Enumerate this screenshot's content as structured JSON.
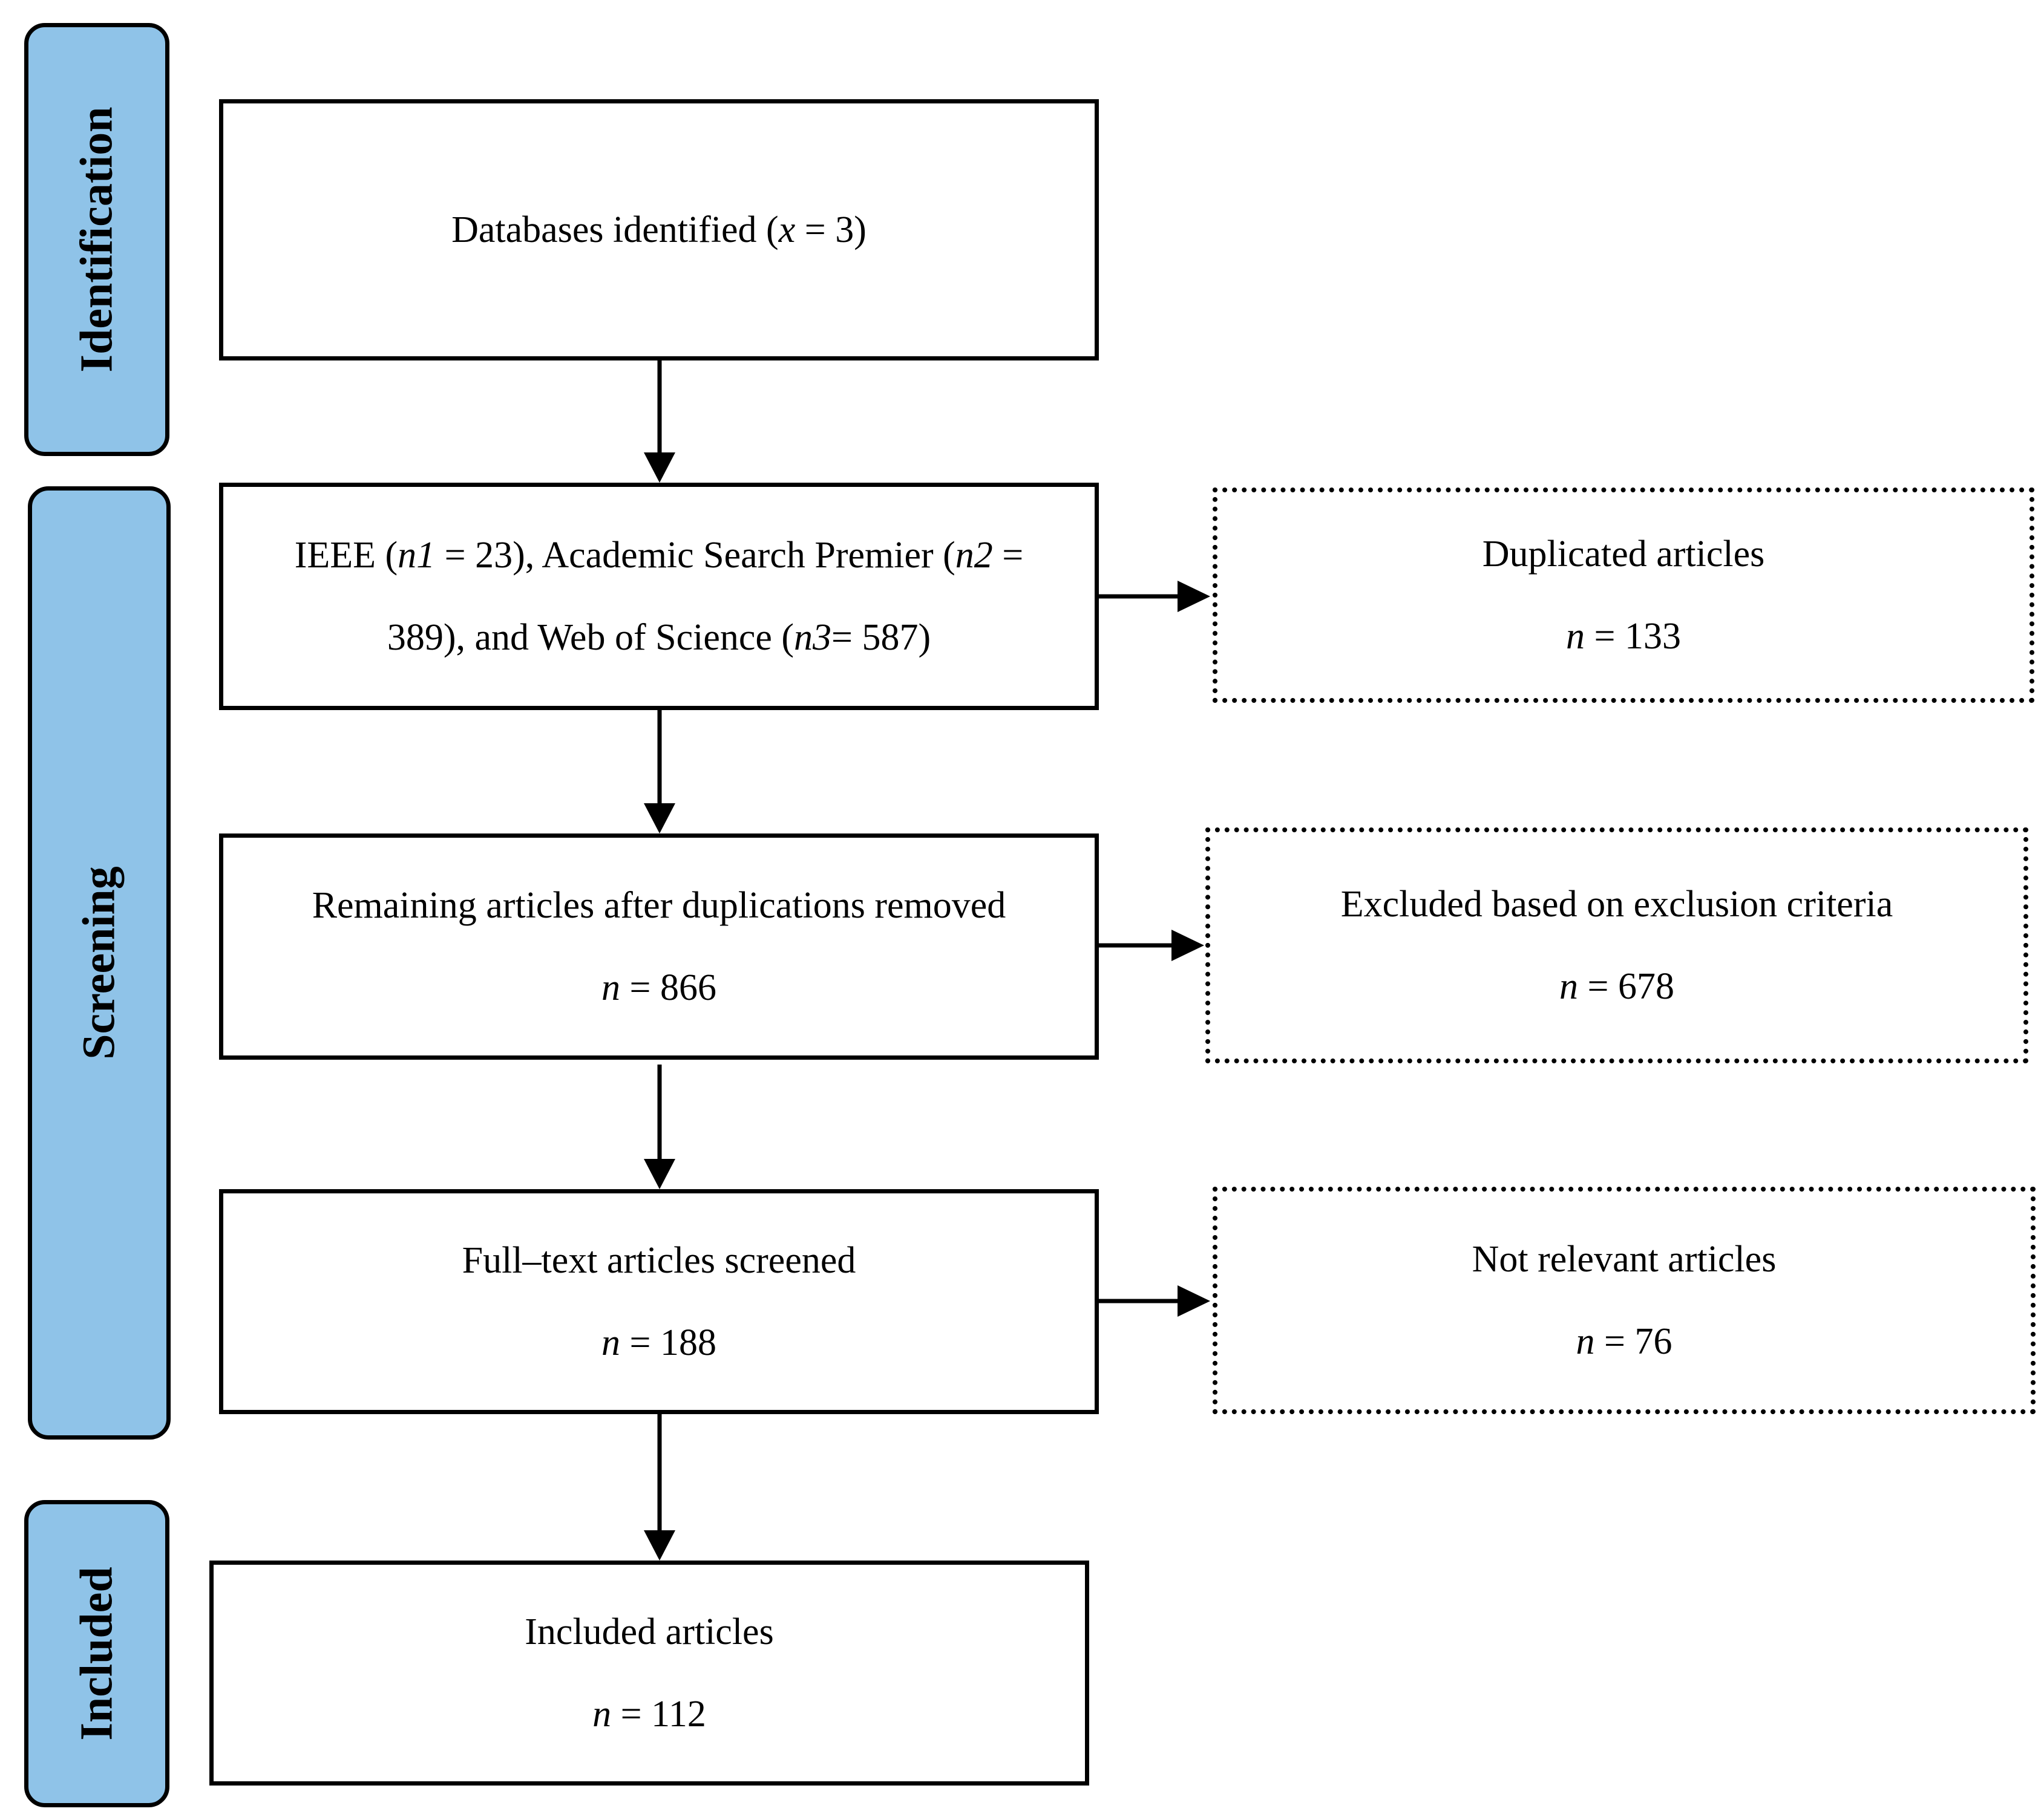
{
  "phases": {
    "identification": "Identification",
    "screening": "Screening",
    "included": "Included"
  },
  "main": {
    "databases": {
      "prefix": "Databases identified (",
      "var": "x",
      "suffix": " = 3)"
    },
    "sources": {
      "line1": {
        "a": "IEEE (",
        "n1": "n1",
        "b": " = 23), Academic Search Premier (",
        "n2": "n2",
        "c": " ="
      },
      "line2": {
        "a": "389), and Web of Science (",
        "n3": "n3",
        "b": "= 587)"
      }
    },
    "remaining": {
      "title": "Remaining articles after duplications removed",
      "n": "n",
      "value": " = 866"
    },
    "fulltext": {
      "title": "Full–text articles screened",
      "n": "n",
      "value": " = 188"
    },
    "included": {
      "title": "Included articles",
      "n": "n",
      "value": " = 112"
    }
  },
  "side": {
    "duplicated": {
      "title": "Duplicated articles",
      "n": "n",
      "value": " = 133"
    },
    "excluded": {
      "title": "Excluded based on exclusion criteria",
      "n": "n",
      "value": " = 678"
    },
    "not_relevant": {
      "title": "Not relevant articles",
      "n": "n",
      "value": " = 76"
    }
  },
  "colors": {
    "phase_fill": "#8fc3e8",
    "stroke": "#000000"
  }
}
